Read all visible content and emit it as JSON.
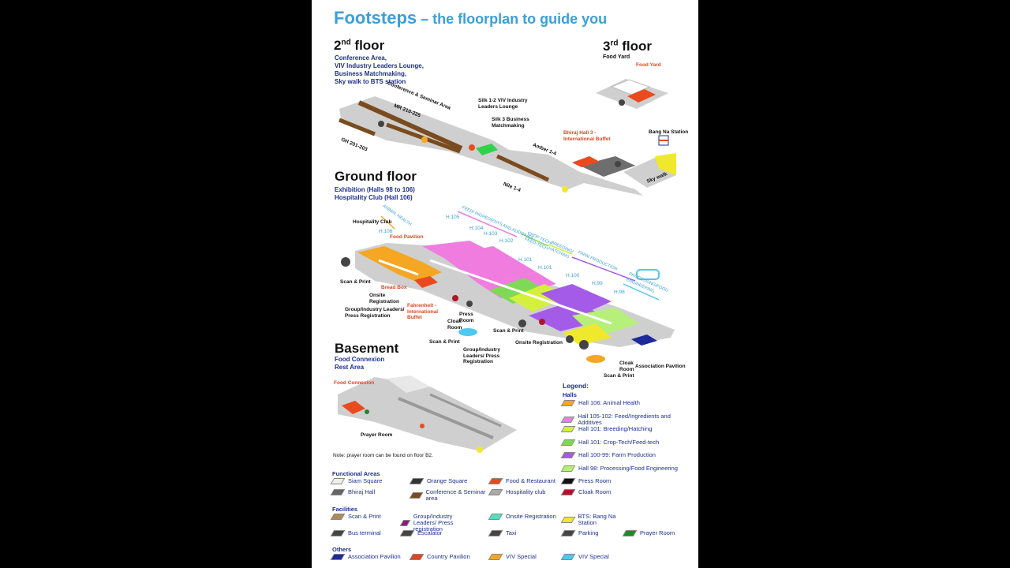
{
  "title": {
    "main": "Footsteps",
    "sub": " – the floorplan to guide you"
  },
  "second_floor": {
    "name": "2",
    "sup": "nd",
    "suffix": " floor",
    "desc": [
      "Conference Area,",
      "VIV Industry Leaders Lounge,",
      "Business Matchmaking,",
      "Sky walk to BTS station"
    ],
    "labels": {
      "conference": "Conference & Seminar Area",
      "mr": "MR 210-225",
      "gh": "GH 201-203",
      "silk12": "Silk 1-2 VIV Industry Leaders Lounge",
      "silk3": "Silk 3 Business Matchmaking",
      "amber": "Amber 1-4",
      "nile": "Nile 1-4",
      "bhiraj": "Bhiraj Hall 3 - International Buffet",
      "bangna": "Bang Na Station",
      "skywalk": "Sky walk"
    }
  },
  "third_floor": {
    "name": "3",
    "sup": "rd",
    "suffix": " floor",
    "desc": "Food Yard",
    "label": "Food Yard"
  },
  "ground_floor": {
    "name": "Ground floor",
    "desc": [
      "Exhibition (Halls 98 to 106)",
      "Hospitality Club (Hall 106)"
    ],
    "labels": {
      "animal_health": "ANIMAL HEALTH",
      "feed": "FEED/ INGREDIENTS AND ADDITIVES",
      "crop": "CROP TECH/ FEED-TECH",
      "breeding": "BREEDING/ HATCHING",
      "farm": "FARM PRODUCTION",
      "processing": "PROCESSING/FOOD ENGINEERING",
      "h105": "H.105",
      "h104": "H.104",
      "h103": "H.103",
      "h102": "H.102",
      "h101a": "H.101",
      "h101b": "H.101",
      "h100": "H.100",
      "h99": "H.99",
      "h98": "H.98",
      "h106": "H.106",
      "hospitality": "Hospitality Club",
      "food_pavilion": "Food Pavilion",
      "scan_print1": "Scan & Print",
      "bread_box": "Bread Box",
      "onsite1": "Onsite Registration",
      "group1": "Group/Industry Leaders/ Press Registration",
      "fahrenheit": "Fahrenheit - International Buffet",
      "cloak1": "Cloak Room",
      "press_room": "Press Room",
      "scan_print2": "Scan & Print",
      "scan_print3": "Scan & Print",
      "onsite2": "Onsite Registration",
      "group2": "Group/Industry Leaders/ Press Registration",
      "cloak2": "Cloak Room",
      "scan_print4": "Scan & Print",
      "association": "Association Pavilion"
    }
  },
  "basement": {
    "name": "Basement",
    "desc": [
      "Food Connexion",
      "Rest Area"
    ],
    "food_connexion": "Food Connexion",
    "prayer": "Prayer Room",
    "note": "Note: prayer room can be found on floor B2."
  },
  "legend": {
    "title": "Legend:",
    "halls_head": "Halls",
    "halls": [
      {
        "label": "Hall 106: Animal Health",
        "color": "#f5a623"
      },
      {
        "label": "Hall 105-102: Feed/Ingredients and Additives",
        "color": "#f07ce0"
      },
      {
        "label": "Hall 101: Breeding/Hatching",
        "color": "#d4f03c"
      },
      {
        "label": "Hall 101: Crop-Tech/Feed-tech",
        "color": "#7ed957"
      },
      {
        "label": "Hall 100-99: Farm Production",
        "color": "#a45ce8"
      },
      {
        "label": "Hall 98: Processing/Food Engineering",
        "color": "#b6f07a"
      }
    ],
    "functional_head": "Functional Areas",
    "functional": [
      {
        "label": "Siam Square",
        "color": "#eeeeee"
      },
      {
        "label": "Orange Square",
        "color": "#333333"
      },
      {
        "label": "Food & Restaurant",
        "color": "#e94b1f"
      },
      {
        "label": "Press Room",
        "color": "#111111"
      },
      {
        "label": "Bhiraj Hall",
        "color": "#666666"
      },
      {
        "label": "Conference & Seminar area",
        "color": "#7a4b1e"
      },
      {
        "label": "Hospitality club",
        "color": "#aaaaaa"
      },
      {
        "label": "Cloak Room",
        "color": "#b0142a"
      }
    ],
    "facilities_head": "Facilities",
    "facilities": [
      {
        "label": "Scan & Print",
        "color": "#b08a5a"
      },
      {
        "label": "Group/Industry Leaders/ Press registration",
        "color": "#8a1c7c"
      },
      {
        "label": "Onsite Registration",
        "color": "#4fe0c0"
      },
      {
        "label": "BTS: Bang Na Station",
        "color": "#f0e82c"
      },
      {
        "label": "Bus terminal",
        "color": "#444444"
      },
      {
        "label": "Escalator",
        "color": "#444444"
      },
      {
        "label": "Taxi",
        "color": "#444444"
      },
      {
        "label": "Parking",
        "color": "#444444"
      },
      {
        "label": "Prayer Room",
        "color": "#1e8a2c"
      }
    ],
    "others_head": "Others",
    "others": [
      {
        "label": "Association Pavilion",
        "color": "#1c2a9c"
      },
      {
        "label": "Country Pavilion",
        "color": "#e0451f"
      },
      {
        "label": "VIV Special",
        "color": "#f5a623"
      },
      {
        "label": "VIV Special",
        "color": "#4fc8f0"
      }
    ]
  },
  "colors": {
    "title_blue": "#3aa0d8",
    "navy": "#1d2f8f",
    "floor_grey": "#c8c8c8",
    "conference_brown": "#7a4b1e",
    "food_red": "#e94b1f",
    "bts_yellow": "#f0e82c"
  }
}
